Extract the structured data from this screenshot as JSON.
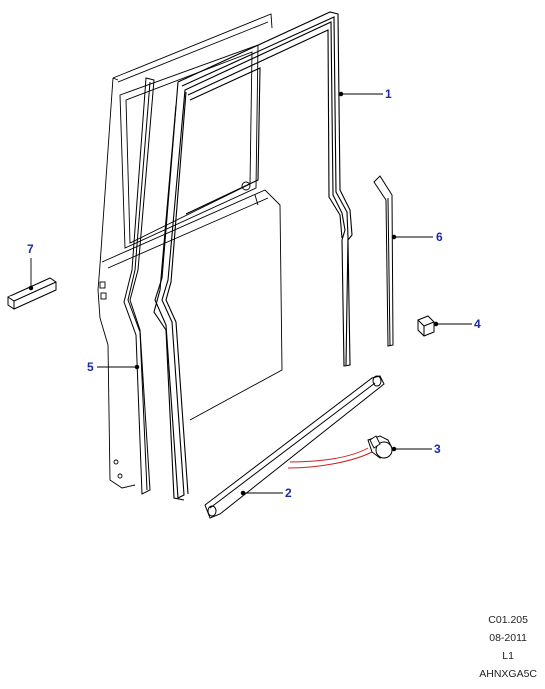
{
  "callouts": [
    {
      "id": "1",
      "label": "1"
    },
    {
      "id": "2",
      "label": "2"
    },
    {
      "id": "3",
      "label": "3"
    },
    {
      "id": "4",
      "label": "4"
    },
    {
      "id": "5",
      "label": "5"
    },
    {
      "id": "6",
      "label": "6"
    },
    {
      "id": "7",
      "label": "7"
    }
  ],
  "footer": {
    "code": "C01.205",
    "date": "08-2011",
    "level": "L1",
    "ref": "AHNXGA5C"
  },
  "colors": {
    "callout": "#1a2aa8",
    "line": "#000000",
    "accent": "#cc2222"
  }
}
